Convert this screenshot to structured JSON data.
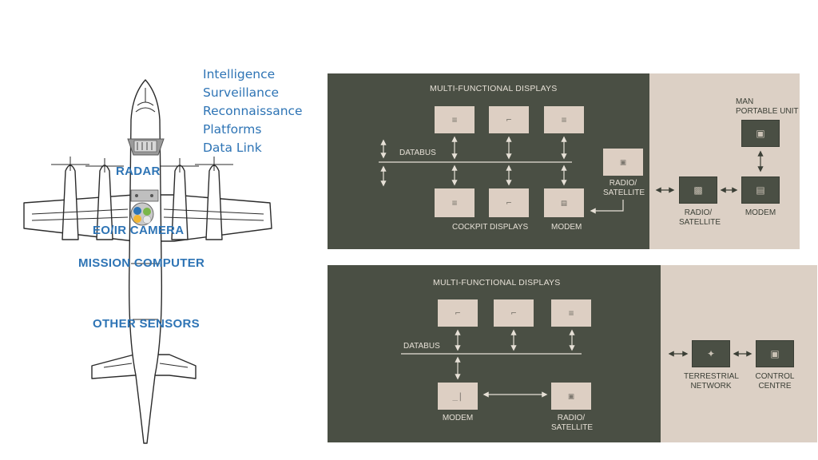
{
  "isr_text": [
    "Intelligence",
    "Surveillance",
    "Reconnaissance",
    "Platforms",
    "Data Link"
  ],
  "aircraft_labels": {
    "radar": "RADAR",
    "eo_ir": "EO/IR CAMERA",
    "mission_computer": "MISSION COMPUTER",
    "other_sensors": "OTHER SENSORS"
  },
  "top_diagram": {
    "title": "MULTI-FUNCTIONAL  DISPLAYS",
    "databus": "DATABUS",
    "cockpit_displays": "COCKPIT  DISPLAYS",
    "modem": "MODEM",
    "radio_satellite_onboard": "RADIO/\nSATELLITE",
    "man_portable_unit": "MAN\nPORTABLE UNIT",
    "radio_satellite_ground": "RADIO/\nSATELLITE",
    "modem_ground": "MODEM"
  },
  "bottom_diagram": {
    "title": "MULTI-FUNCTIONAL  DISPLAYS",
    "databus": "DATABUS",
    "modem": "MODEM",
    "radio_satellite": "RADIO/\nSATELLITE",
    "terrestrial_network": "TERRESTRIAL\nNETWORK",
    "control_centre": "CONTROL\nCENTRE"
  },
  "colors": {
    "dark_panel": "#4a4f44",
    "light_panel": "#dcd0c5",
    "box": "#ddcfc3",
    "label_blue": "#2e74b5"
  }
}
